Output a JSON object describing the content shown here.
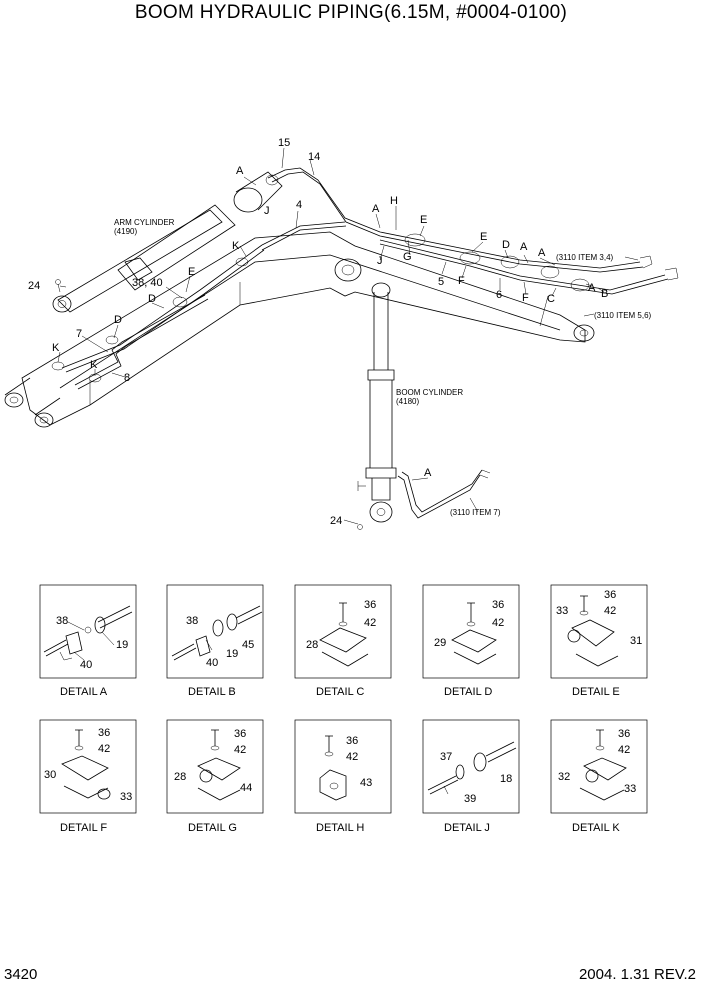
{
  "title": "BOOM HYDRAULIC PIPING(6.15M, #0004-0100)",
  "page_number": "3420",
  "revision": "2004. 1.31 REV.2",
  "main_labels": {
    "arm_cylinder": "ARM CYLINDER",
    "arm_cylinder_no": "(4190)",
    "boom_cylinder": "BOOM CYLINDER",
    "boom_cylinder_no": "(4180)",
    "ref_3110_34": "(3110 ITEM 3,4)",
    "ref_3110_56": "(3110 ITEM 5,6)",
    "ref_3110_7": "(3110 ITEM 7)"
  },
  "callouts": [
    "15",
    "14",
    "A",
    "J",
    "4",
    "K",
    "24",
    "38, 40",
    "E",
    "D",
    "D",
    "7",
    "K",
    "K",
    "8",
    "A",
    "H",
    "E",
    "E",
    "D",
    "A",
    "A",
    "J",
    "G",
    "5",
    "F",
    "6",
    "F",
    "C",
    "A",
    "B",
    "A",
    "24"
  ],
  "details": [
    {
      "caption": "DETAIL  A",
      "parts": [
        "38",
        "19",
        "40"
      ]
    },
    {
      "caption": "DETAIL  B",
      "parts": [
        "38",
        "40",
        "19",
        "45"
      ]
    },
    {
      "caption": "DETAIL  C",
      "parts": [
        "36",
        "42",
        "28"
      ]
    },
    {
      "caption": "DETAIL  D",
      "parts": [
        "36",
        "42",
        "29"
      ]
    },
    {
      "caption": "DETAIL  E",
      "parts": [
        "36",
        "42",
        "33",
        "31"
      ]
    },
    {
      "caption": "DETAIL  F",
      "parts": [
        "36",
        "42",
        "30",
        "33"
      ]
    },
    {
      "caption": "DETAIL  G",
      "parts": [
        "36",
        "42",
        "28",
        "44"
      ]
    },
    {
      "caption": "DETAIL  H",
      "parts": [
        "36",
        "42",
        "43"
      ]
    },
    {
      "caption": "DETAIL  J",
      "parts": [
        "37",
        "18",
        "39"
      ]
    },
    {
      "caption": "DETAIL  K",
      "parts": [
        "36",
        "42",
        "32",
        "33"
      ]
    }
  ]
}
